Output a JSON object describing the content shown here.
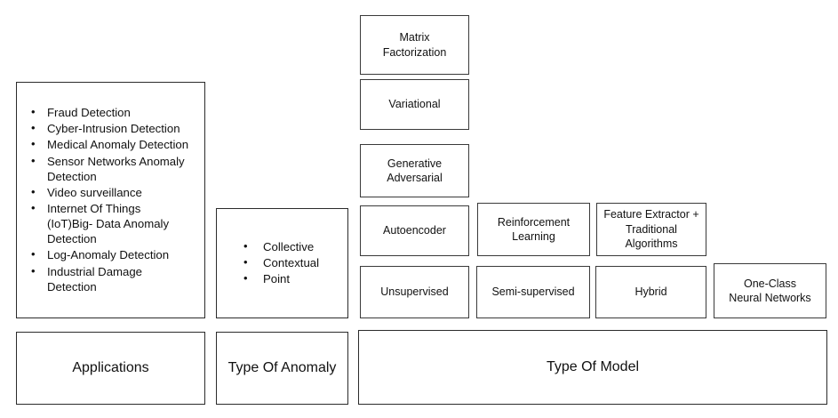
{
  "diagram": {
    "title_row": [
      {
        "id": "applications",
        "label": "Applications"
      },
      {
        "id": "type-of-anomaly",
        "label": "Type Of Anomaly"
      },
      {
        "id": "type-of-model",
        "label": "Type Of Model"
      }
    ],
    "applications": {
      "items": [
        "Fraud Detection",
        "Cyber-Intrusion Detection",
        "Medical Anomaly Detection",
        "Sensor Networks Anomaly\nDetection",
        "Video surveillance",
        "Internet Of Things\n(IoT)Big- Data  Anomaly\nDetection",
        "Log-Anomaly Detection",
        "Industrial Damage\nDetection"
      ],
      "bullet": "•"
    },
    "type_of_anomaly": {
      "items": [
        "Collective",
        "Contextual",
        "Point"
      ],
      "bullet": "•"
    },
    "type_of_model": {
      "columns": [
        {
          "id": "unsupervised",
          "base": "Unsupervised",
          "stack": [
            "Matrix\nFactorization",
            "Variational",
            "Generative\nAdversarial",
            "Autoencoder"
          ]
        },
        {
          "id": "semi-supervised",
          "base": "Semi-supervised",
          "stack": [
            "Reinforcement\nLearning"
          ]
        },
        {
          "id": "hybrid",
          "base": "Hybrid",
          "stack": [
            "Feature Extractor +\nTraditional\nAlgorithms"
          ]
        },
        {
          "id": "one-class-neural-networks",
          "base": "One-Class\nNeural Networks",
          "stack": []
        }
      ]
    }
  },
  "colors": {
    "background": "#ffffff",
    "border": "#2b2b2b",
    "card_border": "#3a3a3a",
    "text": "#111111"
  }
}
